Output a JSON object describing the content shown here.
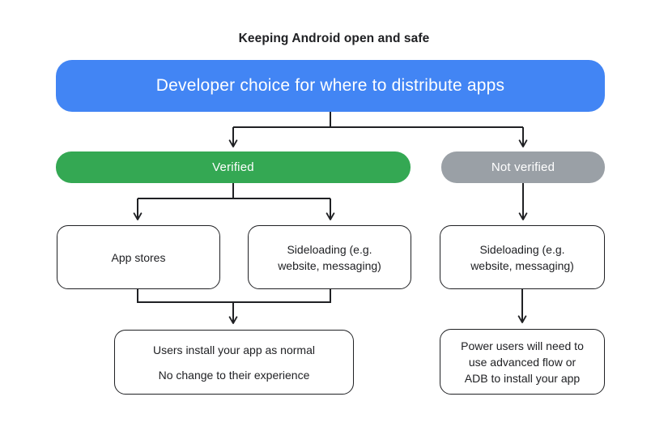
{
  "title": "Keeping Android open and safe",
  "colors": {
    "blue": "#4285F4",
    "green": "#34A853",
    "gray": "#9AA0A6",
    "line": "#202124",
    "text": "#202124",
    "bg": "#FFFFFF"
  },
  "nodes": {
    "root": {
      "label": "Developer choice for where to distribute apps"
    },
    "verified": {
      "label": "Verified"
    },
    "not_verified": {
      "label": "Not verified"
    },
    "app_stores": {
      "label": "App stores"
    },
    "sideloading_verified": {
      "line1": "Sideloading (e.g.",
      "line2": "website, messaging)"
    },
    "sideloading_not_verified": {
      "line1": "Sideloading (e.g.",
      "line2": "website, messaging)"
    },
    "users_install": {
      "line1": "Users install your app as normal",
      "line2": "No change to their experience"
    },
    "power_users": {
      "line1": "Power users will need to",
      "line2": "use advanced flow or",
      "line3": "ADB to install your app"
    }
  },
  "edges": [
    {
      "from": "root",
      "to": "verified"
    },
    {
      "from": "root",
      "to": "not_verified"
    },
    {
      "from": "verified",
      "to": "app_stores"
    },
    {
      "from": "verified",
      "to": "sideloading_verified"
    },
    {
      "from": "app_stores",
      "to": "users_install"
    },
    {
      "from": "sideloading_verified",
      "to": "users_install"
    },
    {
      "from": "not_verified",
      "to": "sideloading_not_verified"
    },
    {
      "from": "sideloading_not_verified",
      "to": "power_users"
    }
  ]
}
